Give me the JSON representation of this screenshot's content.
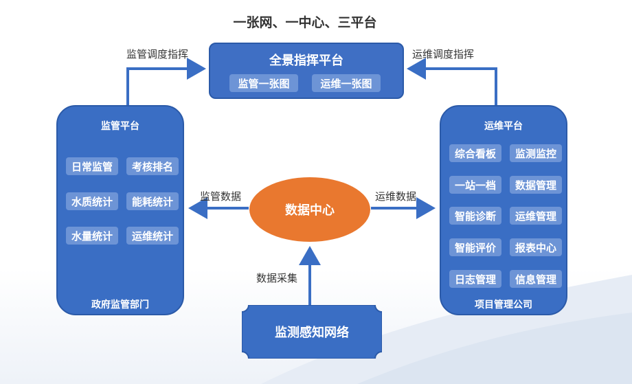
{
  "title": "一张网、一中心、三平台",
  "top_platform": {
    "title": "全景指挥平台",
    "items": [
      "监管一张图",
      "运维一张图"
    ]
  },
  "left_platform": {
    "title": "监管平台",
    "items": [
      "日常监管",
      "考核排名",
      "水质统计",
      "能耗统计",
      "水量统计",
      "运维统计"
    ],
    "footer": "政府监管部门"
  },
  "right_platform": {
    "title": "运维平台",
    "items": [
      "综合看板",
      "监测监控",
      "一站一档",
      "数据管理",
      "智能诊断",
      "运维管理",
      "智能评价",
      "报表中心",
      "日志管理",
      "信息管理"
    ],
    "footer": "项目管理公司"
  },
  "center": {
    "label": "数据中心"
  },
  "bottom": {
    "label": "监测感知网络"
  },
  "edges": {
    "left_up": "监管调度指挥",
    "right_up": "运维调度指挥",
    "to_left": "监管数据",
    "to_right": "运维数据",
    "from_bottom": "数据采集"
  },
  "colors": {
    "panel_blue": "#3a6ec4",
    "chip_blue": "#6d94d6",
    "hub_orange": "#e9782f",
    "arrow_blue": "#3a6ec4"
  }
}
